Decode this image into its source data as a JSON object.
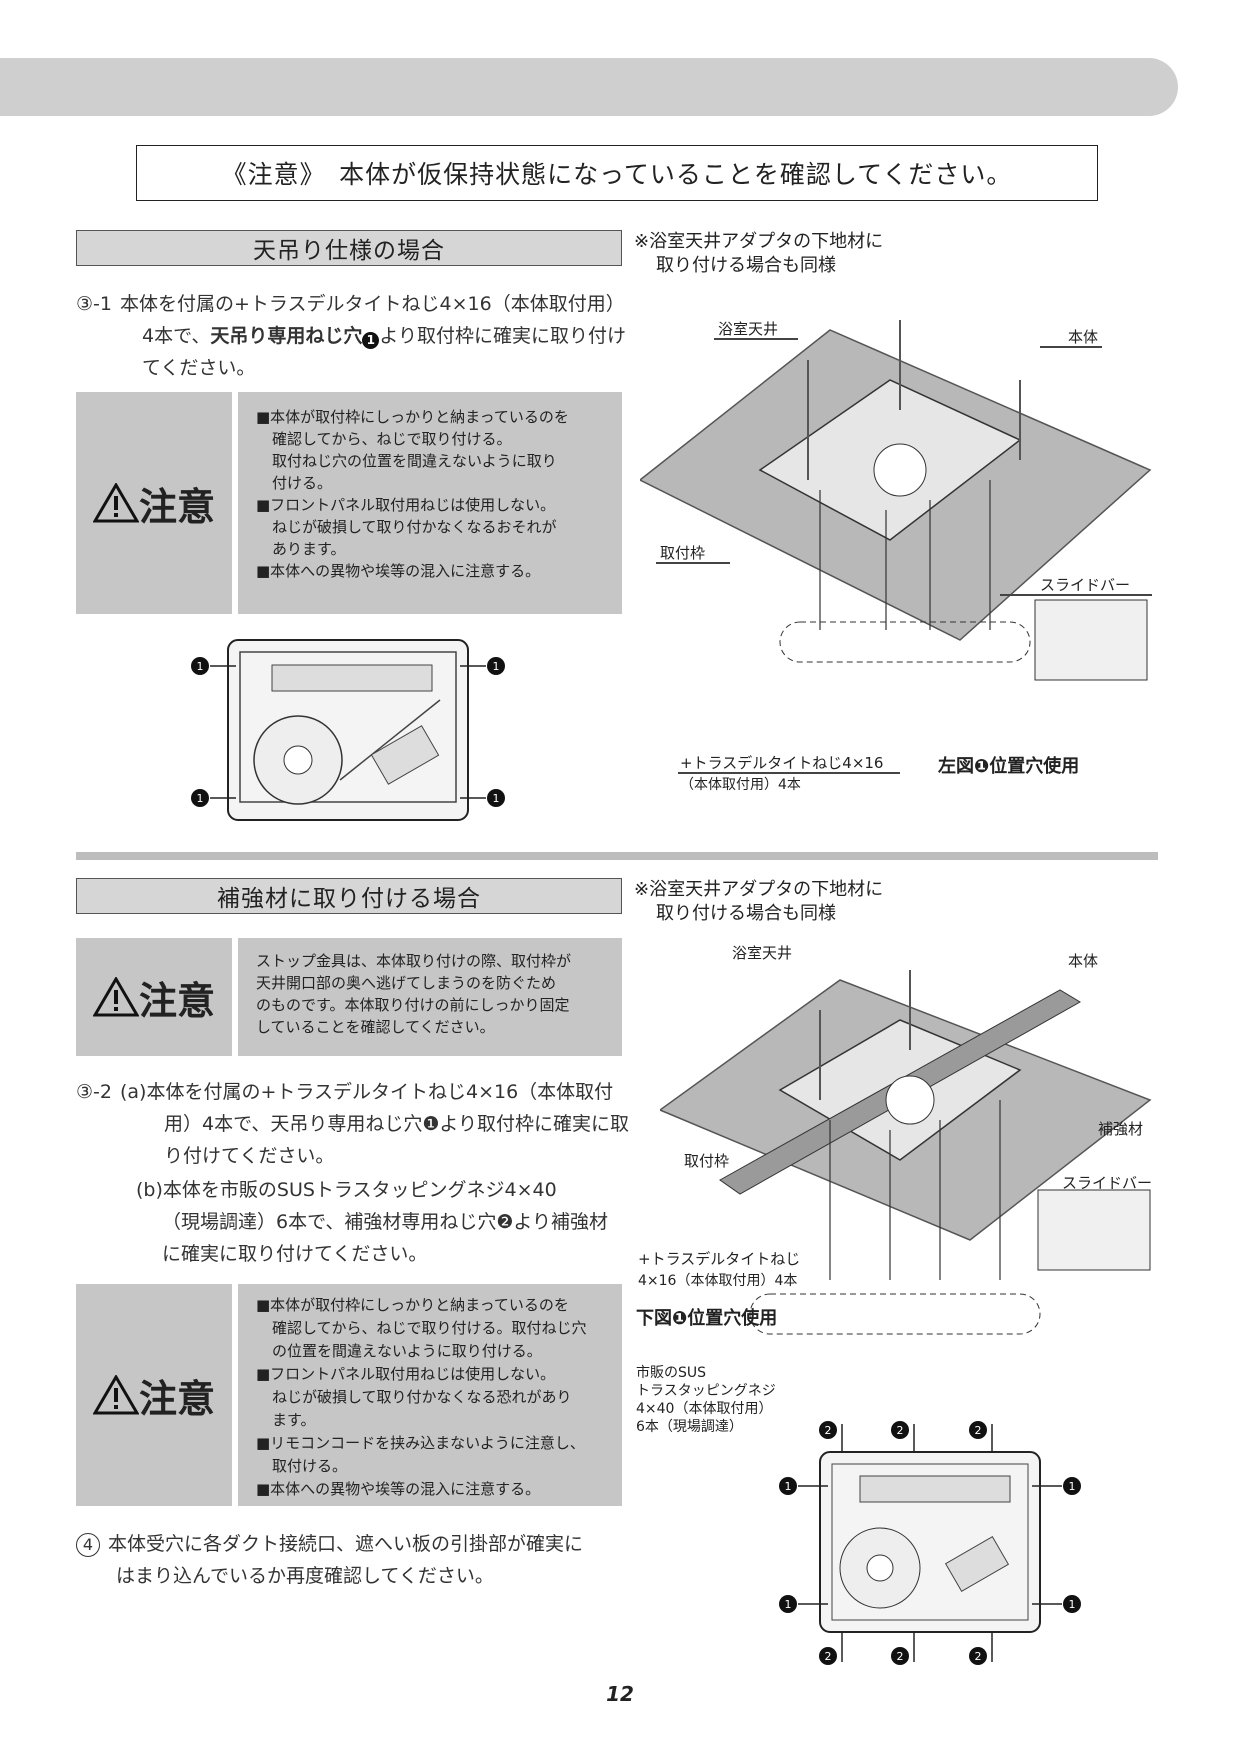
{
  "notice": "《注意》　本体が仮保持状態になっていることを確認してください。",
  "section1": {
    "title": "天吊り仕様の場合",
    "note_line1": "※浴室天井アダプタの下地材に",
    "note_line2": "取り付ける場合も同様",
    "step_no": "③-1",
    "step_line1": "本体を付属の+トラスデルタイトねじ4×16（本体取付用）",
    "step_line2a": "4本で、",
    "step_line2b": "天吊り専用ねじ穴",
    "step_line2c": "より取付枠に確実に取り付け",
    "step_line3": "てください。",
    "caution_title": "注意",
    "caution_lines": [
      "■本体が取付枠にしっかりと納まっているのを",
      "確認してから、ねじで取り付ける。",
      "取付ねじ穴の位置を間違えないように取り",
      "付ける。",
      "■フロントパネル取付用ねじは使用しない。",
      "ねじが破損して取り付かなくなるおそれが",
      "あります。",
      "■本体への異物や埃等の混入に注意する。"
    ],
    "diagram_labels": {
      "ceiling": "浴室天井",
      "body": "本体",
      "frame": "取付枠",
      "slide_bar": "スライドバー",
      "screw1": "+トラスデルタイトねじ4×16",
      "screw2": "（本体取付用）4本",
      "hole_ref": "左図❶位置穴使用"
    }
  },
  "section2": {
    "title": "補強材に取り付ける場合",
    "note_line1": "※浴室天井アダプタの下地材に",
    "note_line2": "取り付ける場合も同様",
    "caution_title": "注意",
    "caution1_lines": [
      "ストップ金具は、本体取り付けの際、取付枠が",
      "天井開口部の奥へ逃げてしまうのを防ぐため",
      "のものです。本体取り付けの前にしっかり固定",
      "していることを確認してください。"
    ],
    "step_no": "③-2",
    "step_a1": "(a)本体を付属の+トラスデルタイトねじ4×16（本体取付",
    "step_a2": "用）4本で、天吊り専用ねじ穴❶より取付枠に確実に取",
    "step_a3": "り付けてください。",
    "step_b1": "(b)本体を市販のSUSトラスタッピングネジ4×40",
    "step_b2": "（現場調達）6本で、補強材専用ねじ穴❷より補強材",
    "step_b3": "に確実に取り付けてください。",
    "caution2_lines": [
      "■本体が取付枠にしっかりと納まっているのを",
      "確認してから、ねじで取り付ける。取付ねじ穴",
      "の位置を間違えないように取り付ける。",
      "■フロントパネル取付用ねじは使用しない。",
      "ねじが破損して取り付かなくなる恐れがあり",
      "ます。",
      "■リモコンコードを挟み込まないように注意し、",
      "取付ける。",
      "■本体への異物や埃等の混入に注意する。"
    ],
    "step4_no": "④",
    "step4_line1": "本体受穴に各ダクト接続口、遮へい板の引掛部が確実に",
    "step4_line2": "はまり込んでいるか再度確認してください。",
    "diagram_labels": {
      "ceiling": "浴室天井",
      "body": "本体",
      "reinforce": "補強材",
      "frame": "取付枠",
      "slide_bar": "スライドバー",
      "screw1a": "+トラスデルタイトねじ",
      "screw1b": "4×16（本体取付用）4本",
      "hole_ref": "下図❶位置穴使用",
      "sus1": "市販のSUS",
      "sus2": "トラスタッピングネジ",
      "sus3": "4×40（本体取付用）",
      "sus4": "6本（現場調達）"
    }
  },
  "page_number": "12"
}
